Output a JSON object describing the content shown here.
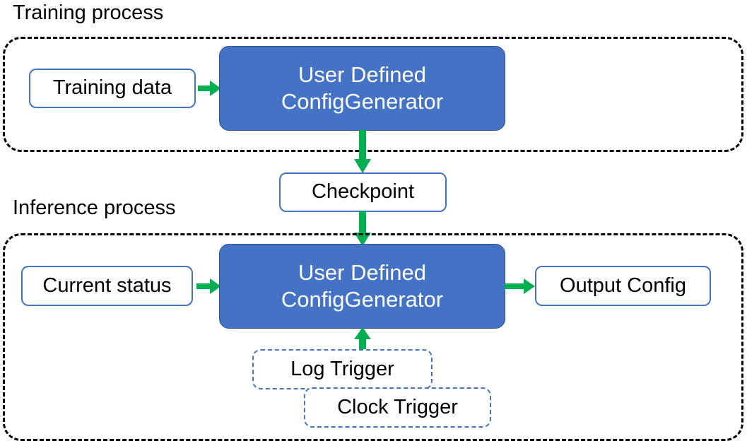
{
  "diagram": {
    "title_groups": [
      {
        "id": "training",
        "label": "Training process"
      },
      {
        "id": "inference",
        "label": "Inference process"
      }
    ],
    "colors": {
      "process_fill": "#4472C4",
      "process_border": "#2F528F",
      "node_border": "#4472C4",
      "arrow": "#00B050",
      "group_border": "#000000",
      "text_dark": "#000000",
      "text_light": "#FFFFFF",
      "background": "#FFFFFF"
    },
    "nodes": {
      "training_data": {
        "label": "Training data",
        "style": "outlined"
      },
      "training_generator": {
        "line1": "User Defined",
        "line2": "ConfigGenerator",
        "style": "filled-blue"
      },
      "checkpoint": {
        "label": "Checkpoint",
        "style": "outlined"
      },
      "current_status": {
        "label": "Current status",
        "style": "outlined"
      },
      "inference_generator": {
        "line1": "User Defined",
        "line2": "ConfigGenerator",
        "style": "filled-blue"
      },
      "output_config": {
        "label": "Output Config",
        "style": "outlined"
      },
      "log_trigger": {
        "label": "Log Trigger",
        "style": "dashed-blue"
      },
      "clock_trigger": {
        "label": "Clock Trigger",
        "style": "dashed-blue"
      }
    },
    "arrows": [
      {
        "id": "training-data-to-generator",
        "from": "training_data",
        "to": "training_generator",
        "direction": "right"
      },
      {
        "id": "training-generator-to-checkpoint",
        "from": "training_generator",
        "to": "checkpoint",
        "direction": "down"
      },
      {
        "id": "checkpoint-to-inference-generator",
        "from": "checkpoint",
        "to": "inference_generator",
        "direction": "down"
      },
      {
        "id": "current-status-to-generator",
        "from": "current_status",
        "to": "inference_generator",
        "direction": "right"
      },
      {
        "id": "generator-to-output-config",
        "from": "inference_generator",
        "to": "output_config",
        "direction": "right"
      },
      {
        "id": "triggers-to-generator",
        "from": "log_trigger",
        "to": "inference_generator",
        "direction": "up"
      }
    ]
  }
}
